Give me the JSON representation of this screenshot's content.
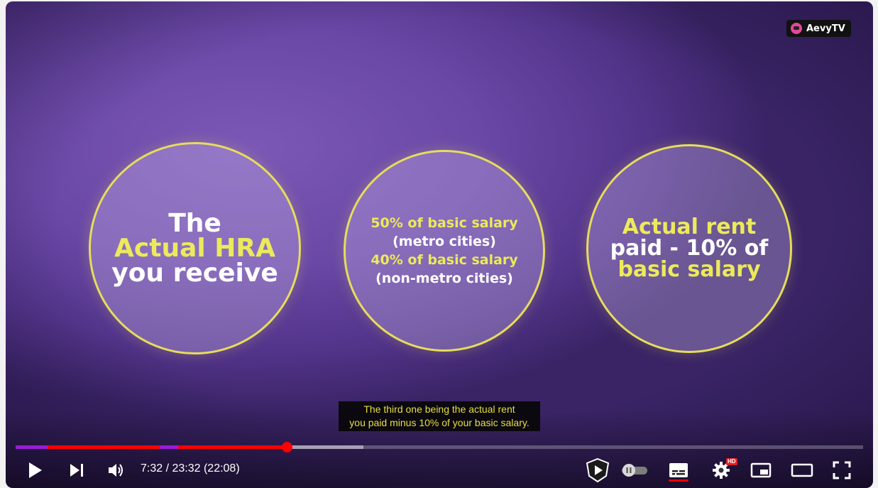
{
  "watermark": {
    "label": "AevyTV"
  },
  "slide": {
    "circle1": {
      "line1": "The",
      "line2": "Actual HRA",
      "line3": "you receive"
    },
    "circle2": {
      "line1": "50% of basic salary",
      "line2": "(metro cities)",
      "line3": "40% of basic salary",
      "line4": "(non-metro cities)"
    },
    "circle3": {
      "line1": "Actual rent",
      "line2": "paid - 10% of",
      "line3": "basic salary"
    }
  },
  "caption": {
    "line1": "The third one being the actual rent",
    "line2": "you paid minus 10% of your basic salary."
  },
  "player": {
    "time_display": "7:32 / 23:32 (22:08)",
    "progress": {
      "played_fraction": 0.32,
      "loaded_fraction": 0.41
    },
    "icons": [
      "play-icon",
      "next-icon",
      "volume-icon",
      "sponsorblock-icon",
      "autoplay-toggle",
      "subtitles-icon",
      "settings-icon",
      "miniplayer-icon",
      "theater-icon",
      "fullscreen-icon"
    ],
    "settings_badge": "HD"
  },
  "colors": {
    "accent": "#ff0000",
    "slide_yellow": "#ecea5c",
    "chapter": "#9b1bd6"
  }
}
